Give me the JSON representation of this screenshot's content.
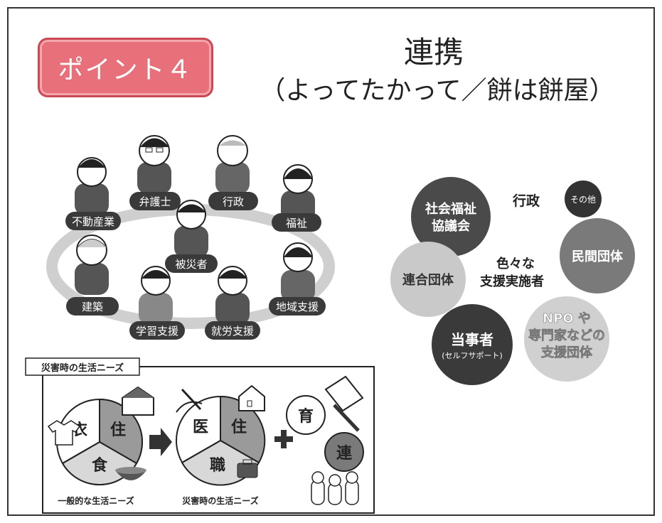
{
  "badge": {
    "label": "ポイント４"
  },
  "heading": {
    "title": "連携",
    "subtitle": "（よってたかって／餅は餅屋）"
  },
  "ring": {
    "center": "被災者",
    "roles": [
      "不動産業",
      "弁護士",
      "行政",
      "福祉",
      "建築",
      "学習支援",
      "就労支援",
      "地域支援"
    ]
  },
  "supporters": {
    "center_line1": "色々な",
    "center_line2": "支援実施者",
    "gyosei": "行政",
    "other": "その他",
    "shakyo_line1": "社会福祉",
    "shakyo_line2": "協議会",
    "minkan": "民間団体",
    "rengo": "連合団体",
    "tojisha": "当事者",
    "tojisha_sub": "(セルフサポート)",
    "npo_line1": "NPO や",
    "npo_line2": "専門家などの",
    "npo_line3": "支援団体",
    "colors": {
      "dark": "#3c3c3c",
      "mid": "#6e6e6e",
      "light": "#c8c8c8"
    }
  },
  "needs": {
    "box_title": "災害時の生活ニーズ",
    "general": {
      "i": "衣",
      "ju": "住",
      "shoku": "食",
      "caption": "一般的な生活ニーズ"
    },
    "disaster": {
      "i": "医",
      "ju": "住",
      "shoku": "職",
      "caption": "災害時の生活ニーズ"
    },
    "iku": "育",
    "ren": "連"
  }
}
